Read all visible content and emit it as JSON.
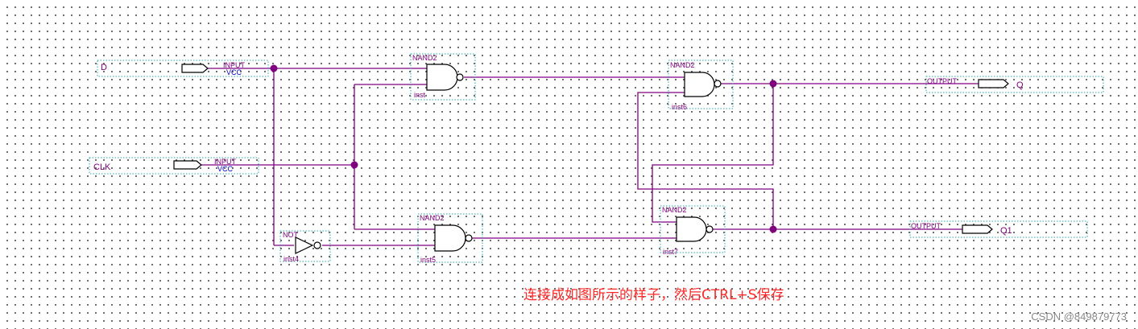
{
  "pins": {
    "in_d": {
      "label": "INPUT",
      "default": "VCC",
      "name": "D"
    },
    "in_clk": {
      "label": "INPUT",
      "default": "VCC",
      "name": "CLK"
    },
    "out_q": {
      "label": "OUTPUT",
      "name": "Q"
    },
    "out_q1": {
      "label": "OUTPUT",
      "name": "Q1"
    }
  },
  "gates": {
    "g_inst": {
      "type": "NAND2",
      "inst": "inst"
    },
    "g_inst6": {
      "type": "NAND2",
      "inst": "inst6"
    },
    "g_inst5": {
      "type": "NAND2",
      "inst": "inst5"
    },
    "g_inst7": {
      "type": "NAND2",
      "inst": "inst7"
    },
    "g_inst4": {
      "type": "NOT",
      "inst": "inst4"
    }
  },
  "note": "连接成如图所示的样子，然后CTRL+S保存",
  "watermark": "CSDN @849879773",
  "colors": {
    "wire": "#800080",
    "pin_default": "#0000cc",
    "symbol_box": "#2aa8a8",
    "gate_outline": "#000000",
    "note": "#ff2a2a"
  }
}
